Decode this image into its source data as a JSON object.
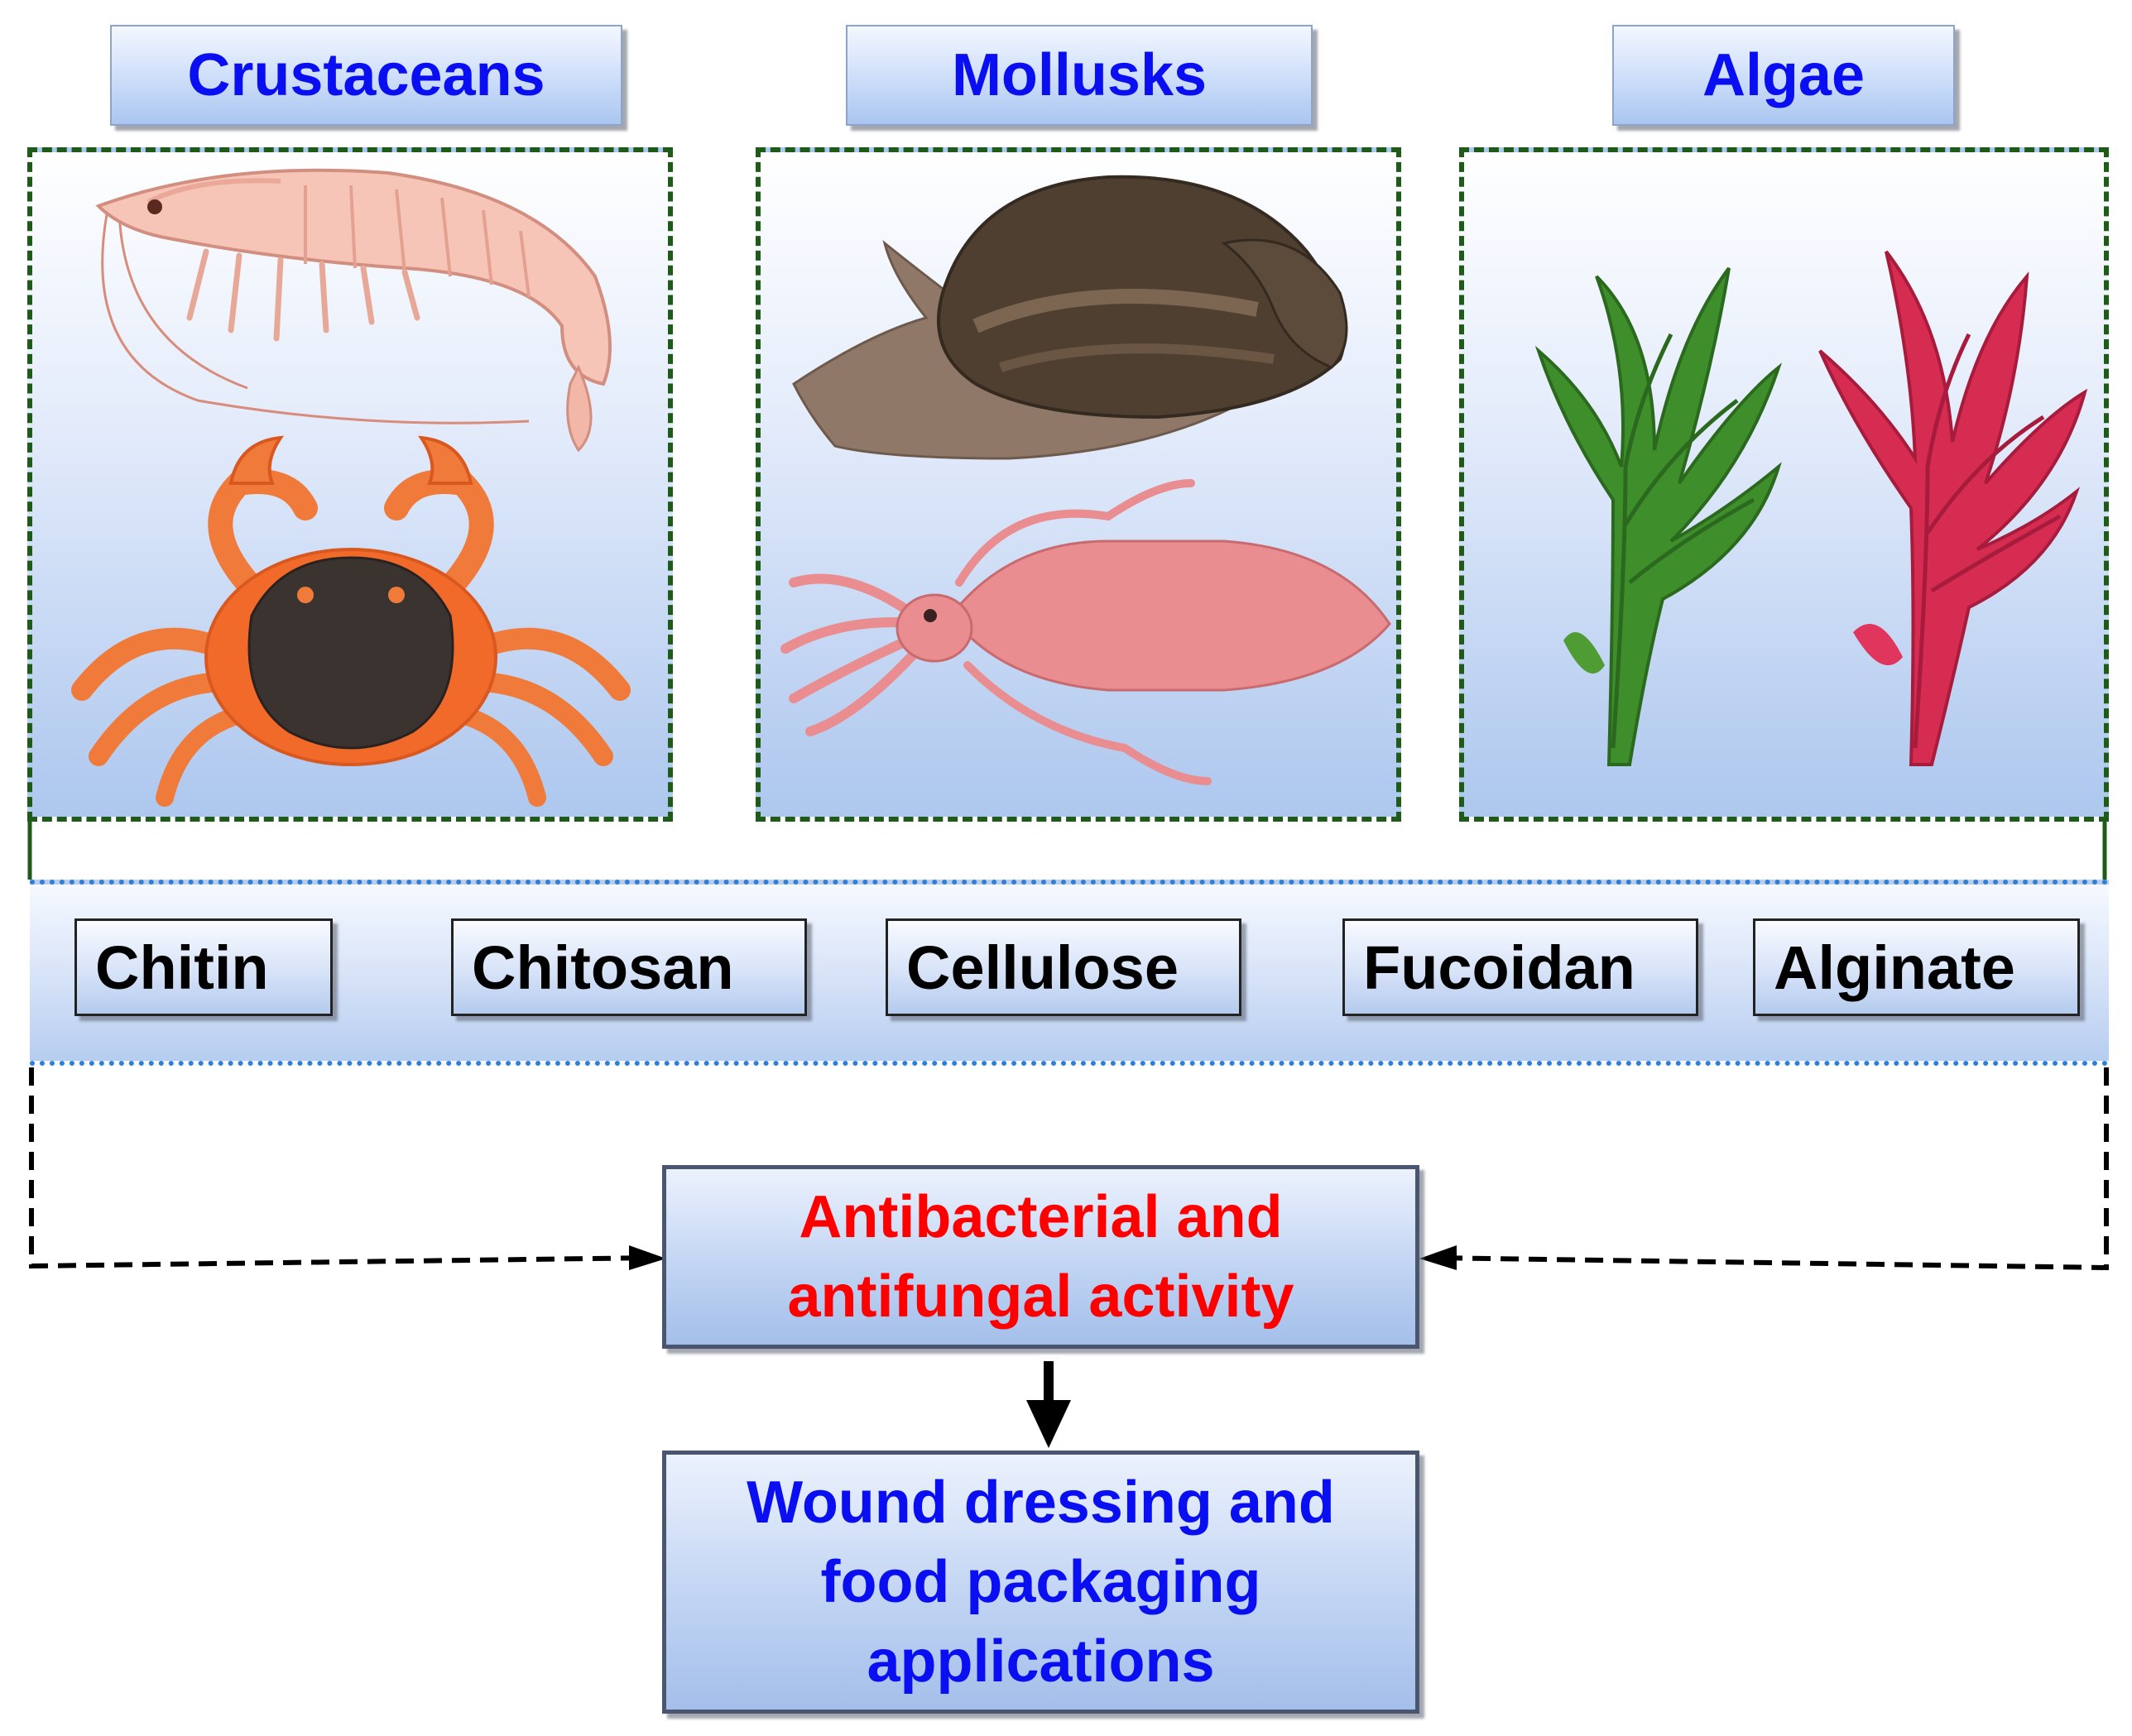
{
  "categories": [
    {
      "label": "Crustaceans",
      "images": [
        "shrimp-illustration",
        "crab-illustration"
      ]
    },
    {
      "label": "Mollusks",
      "images": [
        "snail-illustration",
        "squid-illustration"
      ]
    },
    {
      "label": "Algae",
      "images": [
        "green-seaweed-illustration",
        "red-seaweed-illustration"
      ]
    }
  ],
  "polymers": [
    "Chitin",
    "Chitosan",
    "Cellulose",
    "Fucoidan",
    "Alginate"
  ],
  "activity": {
    "text": "Antibacterial and\nantifungal activity",
    "color": "#ff0000"
  },
  "application": {
    "text": "Wound dressing and\nfood packaging\napplications",
    "color": "#0a0ff2"
  },
  "colors": {
    "header_text": "#0a0ff2",
    "panel_border": "#1f5b18",
    "band_border": "#2f7fd8"
  }
}
